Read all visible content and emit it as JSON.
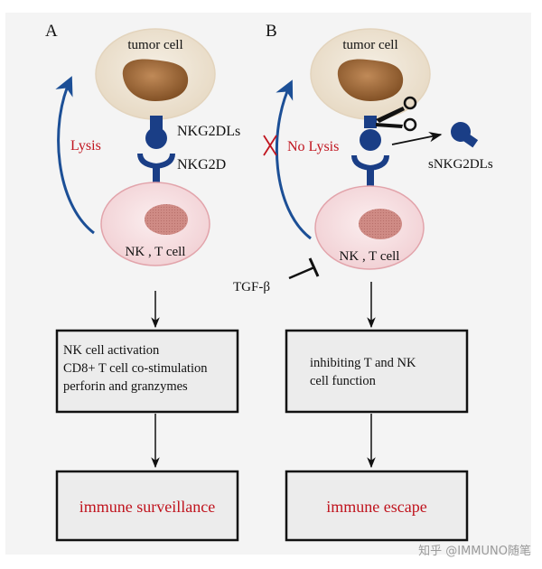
{
  "panel_a": {
    "letter": "A",
    "tumor_label": "tumor cell",
    "ligand_label": "NKG2DLs",
    "receptor_label": "NKG2D",
    "lysis_label": "Lysis",
    "nk_label": "NK , T cell",
    "box_lines": [
      "NK cell activation",
      "CD8+ T cell co-stimulation",
      "perforin and granzymes"
    ],
    "outcome": "immune surveillance"
  },
  "panel_b": {
    "letter": "B",
    "tumor_label": "tumor cell",
    "soluble_label": "sNKG2DLs",
    "no_lysis_label": "No Lysis",
    "nk_label": "NK , T cell",
    "inhibitor_label": "TGF-β",
    "box_lines": [
      "inhibiting T and NK",
      "cell function"
    ],
    "outcome": "immune escape"
  },
  "watermark": "知乎 @IMMUNO随笔",
  "colors": {
    "panel_bg": "#f4f4f4",
    "tumor_cell": "#efe6d6",
    "tumor_nucleus": "#9a6434",
    "nk_cell": "#f7e1e3",
    "nk_border": "#e2a4ab",
    "nk_nucleus": "#cf8b85",
    "molecule_blue": "#1a3e86",
    "arrow_blue": "#1c4f96",
    "outcome_red": "#c0141e"
  },
  "icons": {
    "scissors": "scissors-icon",
    "inhibition": "flat-head-inhibition-arrow",
    "no_lysis_mark": "red-cross-mark"
  }
}
